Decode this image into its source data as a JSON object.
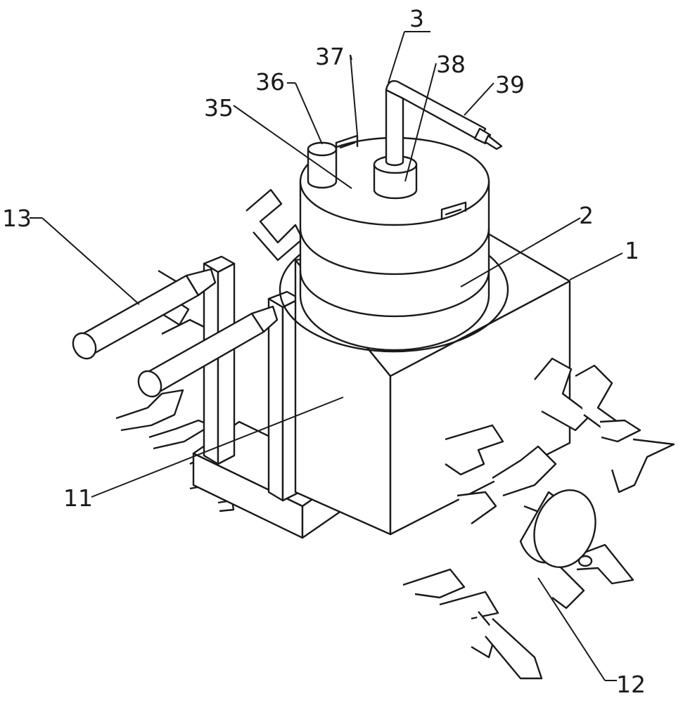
{
  "figure": {
    "labels": {
      "body": "1",
      "tank": "2",
      "inlet_pipe": "3",
      "tank_top": "35",
      "cap": "36",
      "handle": "37",
      "pipe_sleeve": "38",
      "nozzle_pipe": "39",
      "front_face": "11",
      "rotary_tiller": "12",
      "handlebar": "13"
    }
  }
}
